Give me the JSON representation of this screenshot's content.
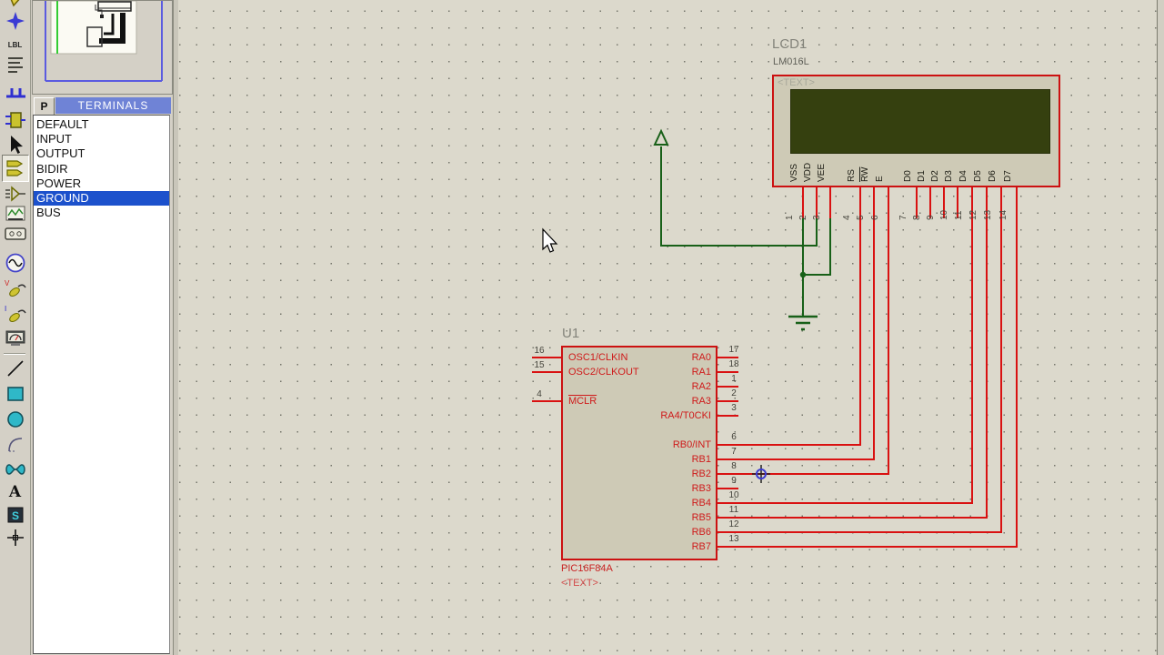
{
  "toolbar": {
    "active_mode": "terminal",
    "icons": [
      "component",
      "junction-dot",
      "wire-label",
      "text-script",
      "bus",
      "subcircuit",
      "selection-arrow",
      "terminal",
      "device-pin",
      "graph",
      "tape-recorder",
      "generator",
      "voltage-probe",
      "current-probe",
      "virtual-instrument",
      "2d-line",
      "2d-box",
      "2d-circle",
      "2d-arc",
      "2d-path",
      "2d-text",
      "2d-symbol",
      "2d-marker"
    ],
    "labels": {
      "wire_label": "LBL",
      "text_tool": "A",
      "symbol_tool": "S"
    }
  },
  "object_selector": {
    "mode_button": "P",
    "title": "TERMINALS",
    "items": [
      {
        "label": "DEFAULT"
      },
      {
        "label": "INPUT"
      },
      {
        "label": "OUTPUT"
      },
      {
        "label": "BIDIR"
      },
      {
        "label": "POWER"
      },
      {
        "label": "GROUND"
      },
      {
        "label": "BUS"
      }
    ],
    "selected_item": "GROUND",
    "selection_color": "#1c51cc"
  },
  "schematic": {
    "components": {
      "lcd": {
        "ref": "LCD1",
        "value": "LM016L",
        "placeholder": "<TEXT>",
        "pins": [
          {
            "num": "1",
            "name": "VSS"
          },
          {
            "num": "2",
            "name": "VDD"
          },
          {
            "num": "3",
            "name": "VEE"
          },
          {
            "num": "4",
            "name": "RS"
          },
          {
            "num": "5",
            "name": "RW"
          },
          {
            "num": "6",
            "name": "E"
          },
          {
            "num": "7",
            "name": "D0"
          },
          {
            "num": "8",
            "name": "D1"
          },
          {
            "num": "9",
            "name": "D2"
          },
          {
            "num": "10",
            "name": "D3"
          },
          {
            "num": "11",
            "name": "D4"
          },
          {
            "num": "12",
            "name": "D5"
          },
          {
            "num": "13",
            "name": "D6"
          },
          {
            "num": "14",
            "name": "D7"
          }
        ]
      },
      "pic": {
        "ref": "U1",
        "value": "PIC16F84A",
        "placeholder": "<TEXT>",
        "left_pins": [
          {
            "num": "16",
            "name": "OSC1/CLKIN"
          },
          {
            "num": "15",
            "name": "OSC2/CLKOUT"
          },
          {
            "num": "4",
            "name": "MCLR"
          }
        ],
        "right_pins": [
          {
            "num": "17",
            "name": "RA0"
          },
          {
            "num": "18",
            "name": "RA1"
          },
          {
            "num": "1",
            "name": "RA2"
          },
          {
            "num": "2",
            "name": "RA3"
          },
          {
            "num": "3",
            "name": "RA4/T0CKI"
          },
          {
            "num": "6",
            "name": "RB0/INT"
          },
          {
            "num": "7",
            "name": "RB1"
          },
          {
            "num": "8",
            "name": "RB2"
          },
          {
            "num": "9",
            "name": "RB3"
          },
          {
            "num": "10",
            "name": "RB4"
          },
          {
            "num": "11",
            "name": "RB5"
          },
          {
            "num": "12",
            "name": "RB6"
          },
          {
            "num": "13",
            "name": "RB7"
          }
        ]
      }
    },
    "nets": [
      "LCD VDD (2) -> POWER terminal",
      "LCD VSS (1) -> GROUND symbol",
      "LCD VEE (3) -> GROUND symbol",
      "PIC RB0/INT (6) -> LCD RS (4)",
      "PIC RB1 (7) -> LCD RW (5)",
      "PIC RB2 (8) -> LCD E (6)",
      "PIC RB4 (10) -> LCD D4 (11)",
      "PIC RB5 (11) -> LCD D5 (12)",
      "PIC RB6 (12) -> LCD D6 (13)",
      "PIC RB7 (13) -> LCD D7 (14)"
    ],
    "colors": {
      "signal_wire": "#d91111",
      "power_wire": "#186018",
      "component_border": "#cc1111",
      "component_fill": "#cecab6",
      "lcd_screen": "#35400f",
      "pin_name_text": "#cf1a1a",
      "annotation_gray": "#83837a"
    }
  }
}
